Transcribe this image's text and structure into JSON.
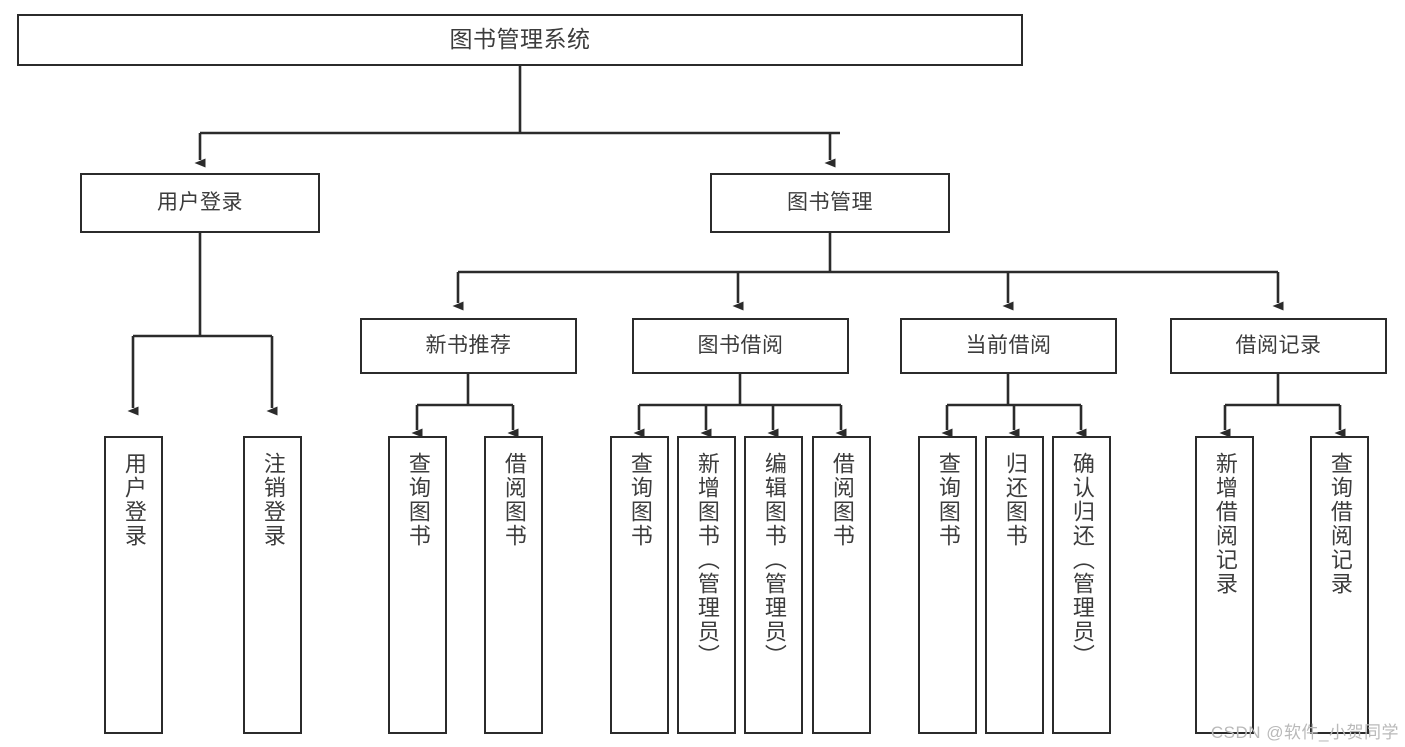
{
  "diagram": {
    "title": "图书管理系统",
    "type": "function-hierarchy-tree",
    "watermark": "CSDN @软件_小贺同学",
    "colors": {
      "box_border": "#2b2b2b",
      "box_fill": "#ffffff",
      "text": "#3c3c3c",
      "edge": "#2b2b2b",
      "watermark": "#b9b9b9",
      "background": "#ffffff"
    },
    "levels": {
      "root": {
        "label": "图书管理系统"
      },
      "level2": [
        {
          "id": "login",
          "label": "用户登录"
        },
        {
          "id": "bookmgmt",
          "label": "图书管理"
        }
      ],
      "level3": [
        {
          "id": "newbook",
          "label": "新书推荐",
          "parent": "bookmgmt"
        },
        {
          "id": "borrow",
          "label": "图书借阅",
          "parent": "bookmgmt"
        },
        {
          "id": "current",
          "label": "当前借阅",
          "parent": "bookmgmt"
        },
        {
          "id": "records",
          "label": "借阅记录",
          "parent": "bookmgmt"
        }
      ],
      "leaves": {
        "login": [
          "用户登录",
          "注销登录"
        ],
        "newbook": [
          "查询图书",
          "借阅图书"
        ],
        "borrow": [
          "查询图书",
          "新增图书（管理员）",
          "编辑图书（管理员）",
          "借阅图书"
        ],
        "current": [
          "查询图书",
          "归还图书",
          "确认归还（管理员）"
        ],
        "records": [
          "新增借阅记录",
          "查询借阅记录"
        ]
      }
    },
    "nodes": {
      "root": "图书管理系统",
      "n_login": "用户登录",
      "n_bookmgmt": "图书管理",
      "n_newbook": "新书推荐",
      "n_borrow": "图书借阅",
      "n_current": "当前借阅",
      "n_records": "借阅记录",
      "l_login_1": "用户登录",
      "l_login_2": "注销登录",
      "l_newbook_1": "查询图书",
      "l_newbook_2": "借阅图书",
      "l_borrow_1": "查询图书",
      "l_borrow_2": "新增图书（管理员）",
      "l_borrow_3": "编辑图书（管理员）",
      "l_borrow_4": "借阅图书",
      "l_current_1": "查询图书",
      "l_current_2": "归还图书",
      "l_current_3": "确认归还（管理员）",
      "l_records_1": "新增借阅记录",
      "l_records_2": "查询借阅记录"
    }
  }
}
